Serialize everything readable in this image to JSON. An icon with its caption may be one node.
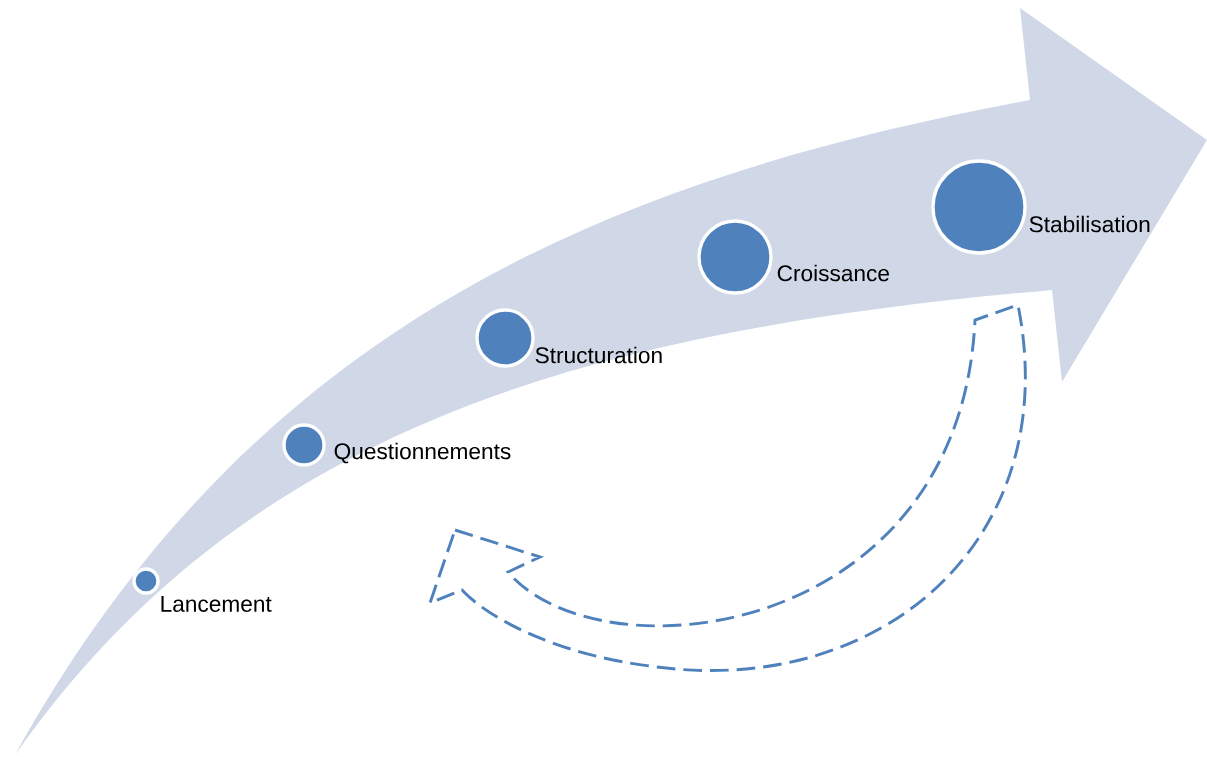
{
  "diagram": {
    "nodes": [
      {
        "text": [
          "Lancement"
        ]
      },
      {
        "text": [
          "Questionnements"
        ]
      },
      {
        "text": [
          "Structuration"
        ]
      },
      {
        "text": [
          "Croissance"
        ]
      },
      {
        "text": [
          "Stabilisation"
        ]
      }
    ]
  }
}
